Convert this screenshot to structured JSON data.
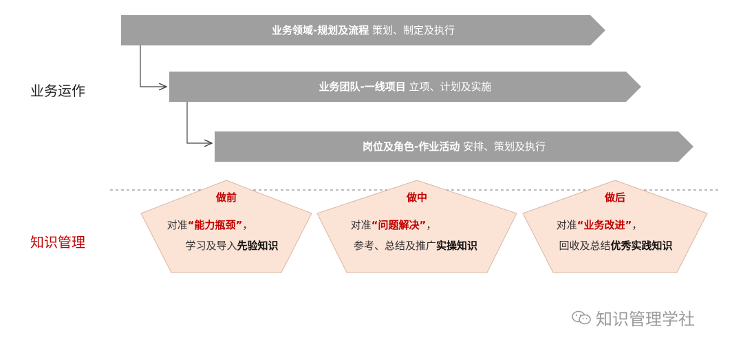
{
  "labels": {
    "operations": "业务运作",
    "knowledge": "知识管理"
  },
  "banners": [
    {
      "bold": "业务领域-规划及流程",
      "rest": "策划、制定及执行"
    },
    {
      "bold": "业务团队-一线项目",
      "rest": "立项、计划及实施"
    },
    {
      "bold": "岗位及角色-作业活动",
      "rest": "安排、策划及执行"
    }
  ],
  "phases": [
    {
      "title": "做前",
      "line1_pre": "对准",
      "line1_quote": "“能力瓶颈”",
      "line1_post": "，",
      "line2_pre": "学习及导入",
      "line2_bold": "先验知识"
    },
    {
      "title": "做中",
      "line1_pre": "对准",
      "line1_quote": "“问题解决”",
      "line1_post": "，",
      "line2_pre": "参考、总结及推广",
      "line2_bold": "实操知识"
    },
    {
      "title": "做后",
      "line1_pre": "对准",
      "line1_quote": "“业务改进”",
      "line1_post": "，",
      "line2_pre": "回收及总结",
      "line2_bold": "优秀实践知识"
    }
  ],
  "watermark": {
    "text": "知识管理学社",
    "icon": "wechat-icon"
  },
  "colors": {
    "banner": "#9f9f9f",
    "accent": "#c00000",
    "pentagon_fill": "#fbe3d6",
    "pentagon_stroke": "#d7b7a5"
  }
}
